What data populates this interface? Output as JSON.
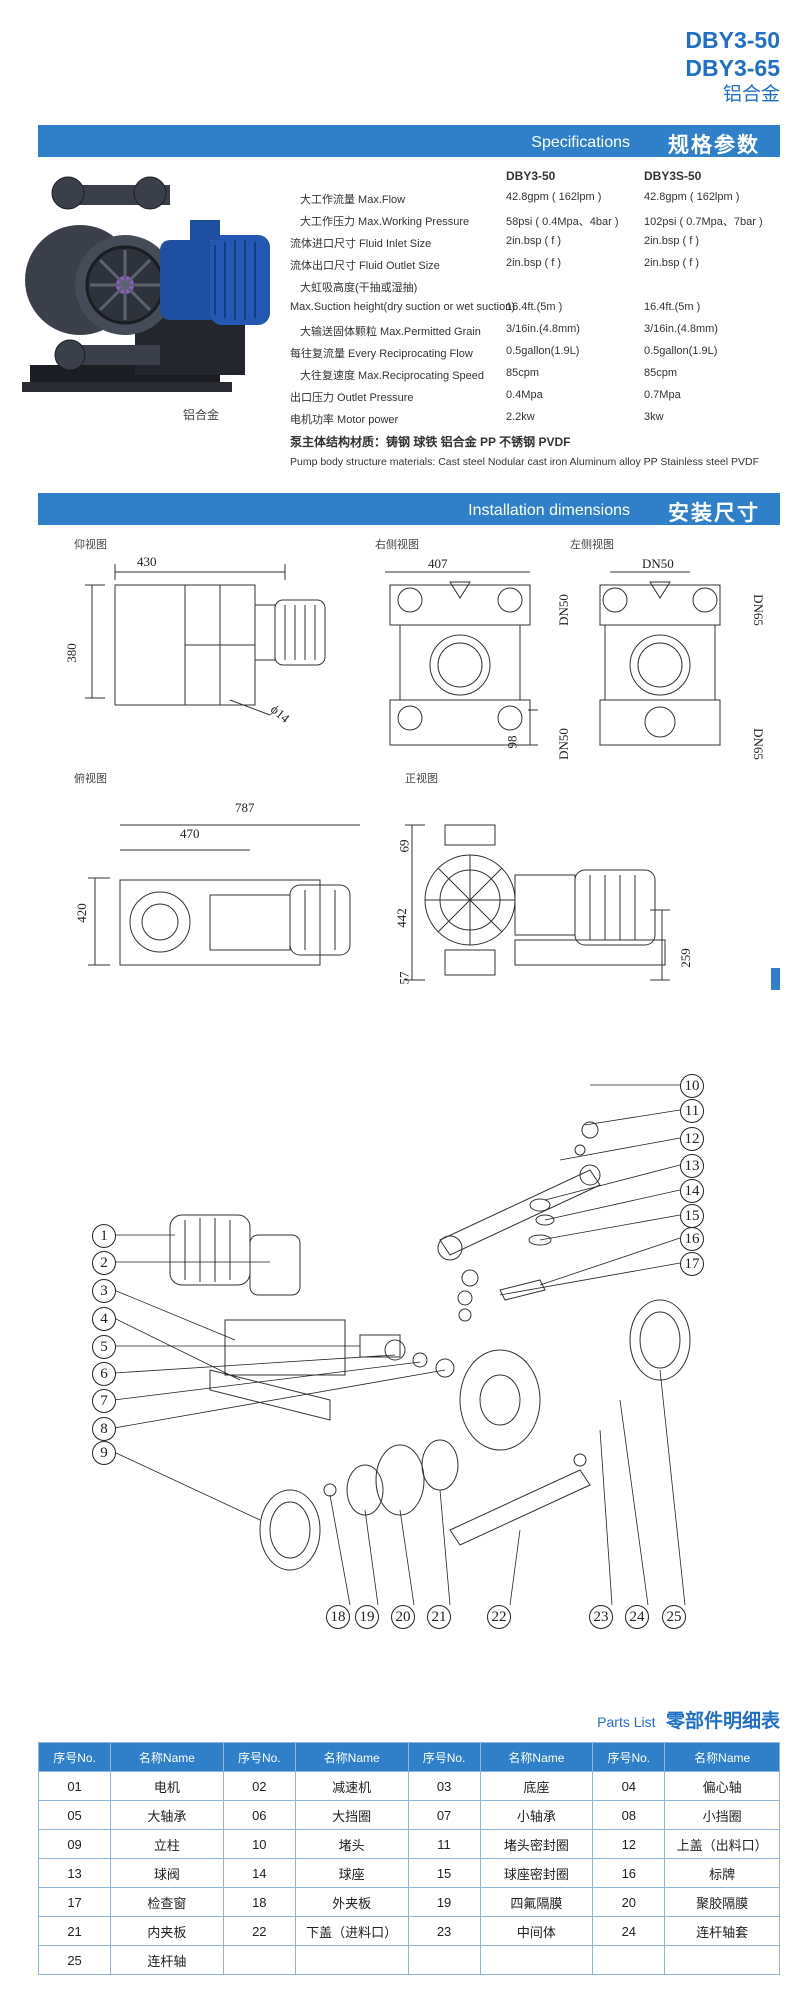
{
  "header": {
    "model1": "DBY3-50",
    "model2": "DBY3-65",
    "material": "铝合金"
  },
  "pump_caption": "铝合金",
  "specifications": {
    "title_en": "Specifications",
    "title_zh": "规格参数",
    "col_a": "DBY3-50",
    "col_b": "DBY3S-50",
    "rows": [
      {
        "label": "大工作流量 Max.Flow",
        "a": "42.8gpm ( 162lpm )",
        "b": "42.8gpm ( 162lpm )"
      },
      {
        "label": "大工作压力 Max.Working Pressure",
        "a": "58psi ( 0.4Mpa、4bar )",
        "b": "102psi ( 0.7Mpa、7bar )"
      },
      {
        "label": "流体进口尺寸 Fluid Inlet Size",
        "a": "2in.bsp ( f )",
        "b": "2in.bsp ( f )"
      },
      {
        "label": "流体出口尺寸 Fluid Outlet Size",
        "a": "2in.bsp ( f )",
        "b": "2in.bsp ( f )"
      },
      {
        "label": "大虹吸高度(干抽或湿抽)",
        "a": "",
        "b": ""
      },
      {
        "label": "Max.Suction height(dry suction or wet suction)",
        "a": "16.4ft.(5m )",
        "b": "16.4ft.(5m )"
      },
      {
        "label": "大输送固体颗粒 Max.Permitted Grain",
        "a": "3/16in.(4.8mm)",
        "b": "3/16in.(4.8mm)"
      },
      {
        "label": "每往复流量 Every Reciprocating Flow",
        "a": "0.5gallon(1.9L)",
        "b": "0.5gallon(1.9L)"
      },
      {
        "label": "大往复速度 Max.Reciprocating Speed",
        "a": "85cpm",
        "b": "85cpm"
      },
      {
        "label": "出口压力 Outlet Pressure",
        "a": "0.4Mpa",
        "b": "0.7Mpa"
      },
      {
        "label": "电机功率 Motor power",
        "a": "2.2kw",
        "b": "3kw"
      }
    ],
    "materials_zh": "泵主体结构材质：铸钢   球铁   铝合金   PP   不锈钢   PVDF",
    "materials_en": "Pump body structure materials: Cast steel  Nodular cast iron  Aluminum alloy  PP  Stainless steel  PVDF"
  },
  "installation": {
    "title_en": "Installation dimensions",
    "title_zh": "安装尺寸",
    "views": {
      "back": "仰视图",
      "right": "右侧视图",
      "left": "左侧视图",
      "top": "俯视图",
      "front": "正视图"
    },
    "dims": {
      "d430": "430",
      "d380": "380",
      "d14": "ϕ14",
      "d407": "407",
      "d98": "98",
      "dn50_top": "DN50",
      "dn50_left_top": "DN50",
      "dn65_right_top": "DN65",
      "dn50_left_bottom": "DN50",
      "dn65_right_bottom": "DN65",
      "d787": "787",
      "d470": "470",
      "d420": "420",
      "d69": "69",
      "d442": "442",
      "d57": "57",
      "d259": "259"
    }
  },
  "exploded_numbers": [
    "1",
    "2",
    "3",
    "4",
    "5",
    "6",
    "7",
    "8",
    "9",
    "10",
    "11",
    "12",
    "13",
    "14",
    "15",
    "16",
    "17",
    "18",
    "19",
    "20",
    "21",
    "22",
    "23",
    "24",
    "25"
  ],
  "parts_list": {
    "title_en": "Parts List",
    "title_zh": "零部件明细表",
    "headers": [
      "序号No.",
      "名称Name",
      "序号No.",
      "名称Name",
      "序号No.",
      "名称Name",
      "序号No.",
      "名称Name"
    ],
    "rows": [
      [
        "01",
        "电机",
        "02",
        "减速机",
        "03",
        "底座",
        "04",
        "偏心轴"
      ],
      [
        "05",
        "大轴承",
        "06",
        "大挡圈",
        "07",
        "小轴承",
        "08",
        "小挡圈"
      ],
      [
        "09",
        "立柱",
        "10",
        "堵头",
        "11",
        "堵头密封圈",
        "12",
        "上盖（出料口）"
      ],
      [
        "13",
        "球阀",
        "14",
        "球座",
        "15",
        "球座密封圈",
        "16",
        "标牌"
      ],
      [
        "17",
        "检查窗",
        "18",
        "外夹板",
        "19",
        "四氟隔膜",
        "20",
        "聚胶隔膜"
      ],
      [
        "21",
        "内夹板",
        "22",
        "下盖（进料口）",
        "23",
        "中间体",
        "24",
        "连杆轴套"
      ],
      [
        "25",
        "连杆轴",
        "",
        "",
        "",
        "",
        "",
        ""
      ]
    ]
  },
  "colors": {
    "accent": "#2f80c9",
    "pump_body": "#3a3f4a",
    "motor": "#1f4fa0"
  }
}
